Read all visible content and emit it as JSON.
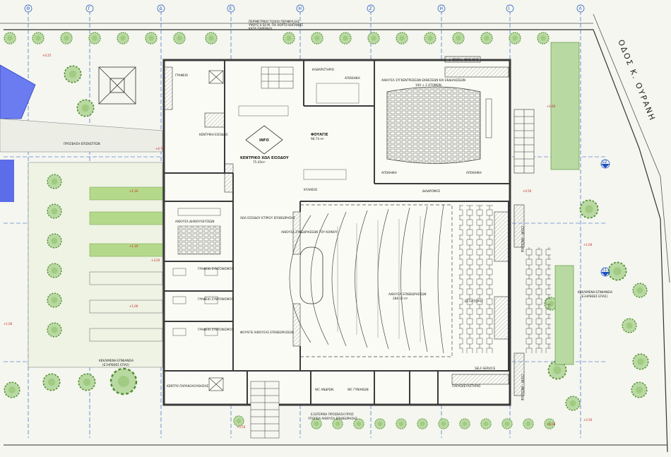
{
  "grid_axes": [
    "Θ",
    "Γ",
    "Δ",
    "Ε",
    "Η",
    "Ζ",
    "Η",
    "Ι",
    "Λ"
  ],
  "street": {
    "name": "ΟΔΟΣ  Κ. ΟΥΡΑΝΗ"
  },
  "top_note": {
    "line1": "ΠΕΡΙΜΕΤΡΙΚΟ ΤΟΙΧΙΟ ΠΕΡΙΦΡΑΞΗΣ",
    "line2": "ΥΨΟΥΣ 0.50 Μ. ΓΙΑ ΧΟΡΤΟ ΚΗΠΑΝΗΣ",
    "line3": "ΚΑΤΑ ΠΑΡΕΚΚΛΙ"
  },
  "rooms": {
    "foyer": {
      "name": "ΦΟΥΑΓΙΕ",
      "area": "98.74 m²"
    },
    "entrance_hall": {
      "name": "ΚΕΝΤΡΙΚΟ ΧΩΛ ΕΙΣΟΔΟΥ",
      "area": "75.45m²"
    },
    "entrance": {
      "name": "ΚΕΝΤΡΙΚΗ ΕΙΣΟΔΟΣ"
    },
    "info": {
      "name": "INFO"
    },
    "multipurpose": {
      "name": "ΑΙΘΟΥΣΑ ΣΥΓΚΕΝΤΡΩΣΕΩΝ ΕΚΘΕΣΕΩΝ ΚΑΙ ΕΚΔΗΛΩΣΕΩΝ",
      "capacity": "100 + 2 ΑΤΟΜΩΝ"
    },
    "warehouse_top": {
      "name": "ΑΠΟΘΗΚΗ"
    },
    "warehouse_left": {
      "name": "ΑΠΟΘΗΚΗ"
    },
    "warehouse_right": {
      "name": "ΑΠΟΘΗΚΗ"
    },
    "cleaning": {
      "name": "ΚΑΘΑΡΙΣΤΗΡΙΟ"
    },
    "corridor": {
      "name": "ΔΙΑΔΡΟΜΟΣ"
    },
    "kitchenette": {
      "name": "ΚΥΛΙΚΕΙΟ"
    },
    "meeting_hall": {
      "name": "ΧΩΛ ΕΙΣΟΔΟΥ ΚΤΙΡΙΟΥ ΕΠΙΘΕΩΡΗΣΗΣ"
    },
    "council_room": {
      "name": "ΑΙΘΟΥΣΑ ΣΥΝΕΔΡΙΑΣΕΩΝ ΤΟΥ ΚΟΙΝΟΥ"
    },
    "main_auditorium": {
      "name": "ΑΙΘΟΥΣΑ ΕΠΙΘΕΩΡΗΣΕΩΝ",
      "area": "288.10 m²"
    },
    "foyer_auditorium": {
      "name": "ΦΟΥΑΓΙΕ ΑΙΘΟΥΣΑΣ ΕΠΙΘΕΩΡΗΣΕΩΝ"
    },
    "board_room": {
      "name": "ΑΙΘΟΥΣΑ ΔΙΑΒΟΥΛΕΥΣΕΩΝ"
    },
    "office1": {
      "name": "ΓΡΑΦΕΙΟ ΣΥΝΤΟΝΙΣΜΟΥ"
    },
    "office2": {
      "name": "ΓΡΑΦΕΙΟ ΣΥΝΤΟΝΙΣΜΟΥ"
    },
    "office3": {
      "name": "ΓΡΑΦΕΙΟ ΣΥΝΤΟΝΙΣΜΟΥ"
    },
    "office_top": {
      "name": "ΓΡΑΦΕΙΟ"
    },
    "restaurant": {
      "name": "ΕΣΤΙΑΤΟΡΙΟ"
    },
    "self_service": {
      "name": "SELF-SERVICE"
    },
    "prep": {
      "name": "ΠΑΡΑΣΚΕΥΑΣΤΗΡΙΟ"
    },
    "wc_men": {
      "name": "WC ΑΝΔΡΩΝ"
    },
    "wc_women": {
      "name": "WC ΓΥΝΑΙΚΩΝ"
    },
    "staff_office": {
      "name": "ΚΕΝΤΡΟ ΠΑΡΑΚΟΛΟΥΘΗΣΗΣ"
    },
    "courtyard_left": {
      "name": "ΚΕΚΛΙΜΕΝΗ ΕΠΙΦΑΝΕΙΑ",
      "sub": "(ΕΞΗΡΕΘΕΣ ΕΠΑΣ)"
    },
    "courtyard_right": {
      "name": "ΚΕΚΛΙΜΕΝΗ ΕΠΙΦΑΝΕΙΑ",
      "sub": "(ΕΞΗΡΕΘΕΣ ΕΠΑΣ)"
    },
    "south_access": {
      "name": "ΕΞΩΤΕΡΙΚΗ ΠΡΟΣΒΑΣΗ ΠΡΟΣ",
      "sub": "ΥΠΟΓΕΙΑ ΑΙΘΟΥΣΑ ΕΠΙΘΕΩΡΗΣΗΣ"
    },
    "access_ramp": {
      "name": "ΠΡΟΣΒΑΣΗ ΕΠΙΣΚΕΠΤΩΝ"
    },
    "court_ramp_n": {
      "name": "COUR - ANGLAISE"
    },
    "court_ramp_e": {
      "name": "COUR - ANGLAISE"
    },
    "court_ramp_s": {
      "name": "COUR - ANGLAISE"
    }
  },
  "levels": {
    "plus_070": "+0.70",
    "plus_110": "+1.10",
    "plus_100": "+1.00",
    "plus_320": "+3.20",
    "plus_550": "+5.50",
    "plus_250": "+2.50",
    "plus_130": "+1.30",
    "plus_160": "+1.60",
    "plus_025": "+0.25",
    "plus_050": "+0.50"
  },
  "section_marks": {
    "s1": "S1",
    "s2": "S2"
  },
  "colors": {
    "paper": "#f4f6ef",
    "wall": "#3a3a3a",
    "garden": "#6fae3e",
    "tree_fill": "#b9d9a2",
    "grass_strip": "#b5d98a",
    "water": "#5b6de8",
    "axis": "#1a4fc2",
    "level_red": "#c21d1d"
  }
}
